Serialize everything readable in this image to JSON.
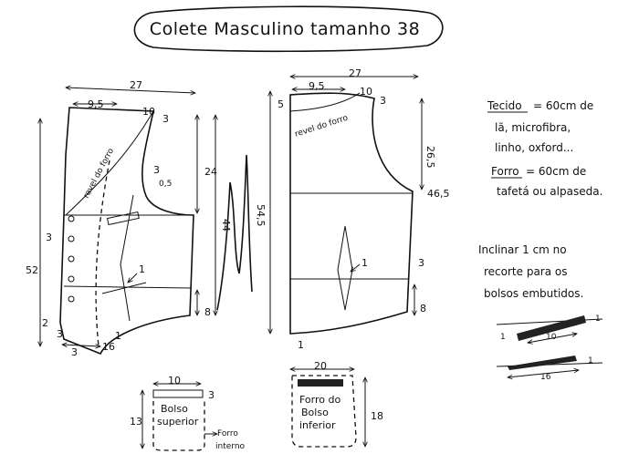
{
  "title": "Colete Masculino tamanho 38",
  "front": {
    "width_top": "27",
    "shoulder": "9,5",
    "neck_drop": "10",
    "neck_small": "3",
    "height_total": "52",
    "armhole_depth": "24",
    "side_height": "44",
    "facing_label": "revel do forro",
    "armhole_note": "3",
    "armhole_note2": "0,5",
    "pocket_mark": "1",
    "lower_8": "8",
    "left_3": "3",
    "bottom_2": "2",
    "bottom_3a": "3",
    "bottom_3b": "3",
    "bottom_16": "16",
    "bottom_1": "1"
  },
  "back": {
    "width_top": "27",
    "shoulder": "9,5",
    "neck_drop": "10",
    "neck_small": "3",
    "left_5": "5",
    "armhole_depth": "26,5",
    "side_height": "46,5",
    "total_height": "54,5",
    "facing_label": "revel do forro",
    "dart_mark": "1",
    "side_3": "3",
    "lower_8": "8",
    "bottom_1": "1"
  },
  "fabric_note": {
    "tecido_label": "Tecido",
    "tecido_text_line1": "= 60cm de",
    "tecido_text_line2": "lã, microfibra,",
    "tecido_text_line3": "linho, oxford...",
    "forro_label": "Forro",
    "forro_text_line1": "= 60cm de",
    "forro_text_line2": "tafetá ou alpaseda."
  },
  "tilt_note": {
    "line1": "Inclinar 1 cm no",
    "line2": "recorte para os",
    "line3": "bolsos embutidos."
  },
  "detail_top": {
    "left": "1",
    "length": "10",
    "right": "1"
  },
  "detail_bottom": {
    "length": "16",
    "right": "1"
  },
  "upper_pocket": {
    "width": "10",
    "height": "13",
    "welt": "3",
    "label_line1": "Bolso",
    "label_line2": "superior",
    "lining_line1": "Forro",
    "lining_line2": "interno"
  },
  "lower_pocket": {
    "width": "20",
    "height": "18",
    "label_line1": "Forro do",
    "label_line2": "Bolso",
    "label_line3": "inferior"
  }
}
